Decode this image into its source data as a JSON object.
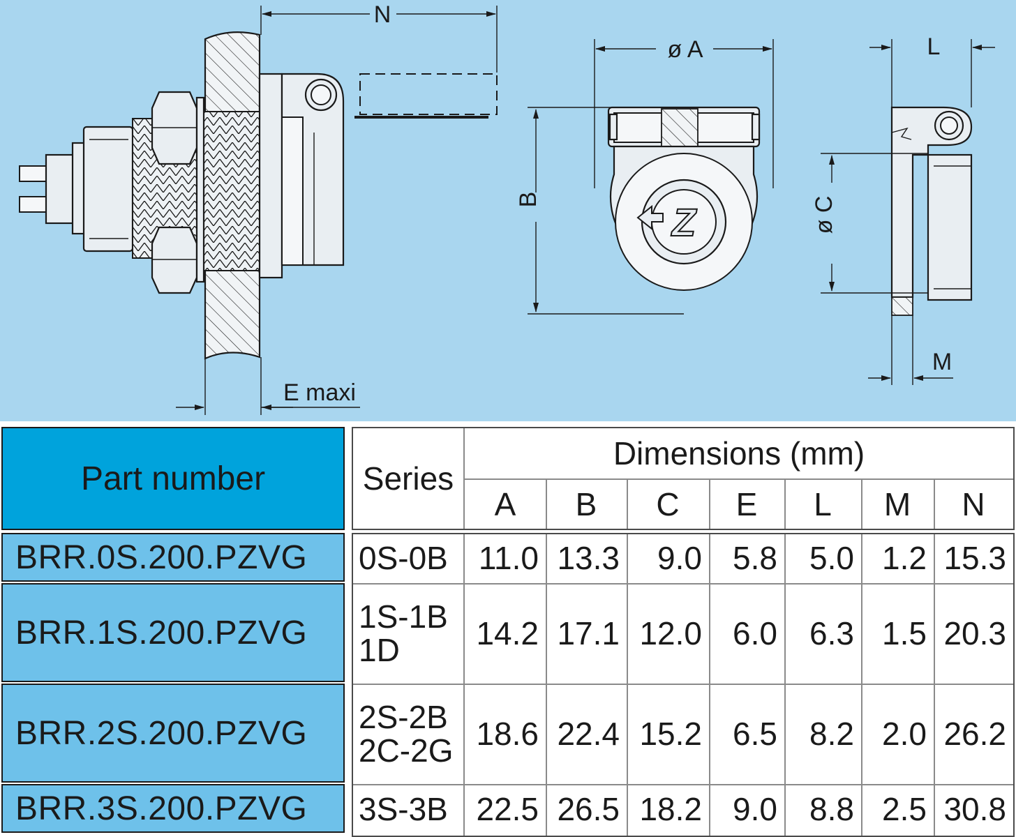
{
  "drawing": {
    "labels": {
      "N": "N",
      "E": "E maxi",
      "A": "ø A",
      "B": "B",
      "C": "ø C",
      "L": "L",
      "M": "M"
    },
    "colors": {
      "background": "#a9d6ef",
      "header": "#00a3dc",
      "part_cells": "#6ec1ea"
    }
  },
  "table": {
    "part_number_header": "Part number",
    "series_header": "Series",
    "dimensions_header": "Dimensions (mm)",
    "columns": [
      "A",
      "B",
      "C",
      "E",
      "L",
      "M",
      "N"
    ],
    "rows": [
      {
        "part": "BRR.0S.200.PZVG",
        "series": [
          "0S-0B"
        ],
        "values": [
          "11.0",
          "13.3",
          "9.0",
          "5.8",
          "5.0",
          "1.2",
          "15.3"
        ]
      },
      {
        "part": "BRR.1S.200.PZVG",
        "series": [
          "1S-1B",
          "1D"
        ],
        "values": [
          "14.2",
          "17.1",
          "12.0",
          "6.0",
          "6.3",
          "1.5",
          "20.3"
        ]
      },
      {
        "part": "BRR.2S.200.PZVG",
        "series": [
          "2S-2B",
          "2C-2G"
        ],
        "values": [
          "18.6",
          "22.4",
          "15.2",
          "6.5",
          "8.2",
          "2.0",
          "26.2"
        ]
      },
      {
        "part": "BRR.3S.200.PZVG",
        "series": [
          "3S-3B"
        ],
        "values": [
          "22.5",
          "26.5",
          "18.2",
          "9.0",
          "8.8",
          "2.5",
          "30.8"
        ]
      }
    ]
  }
}
